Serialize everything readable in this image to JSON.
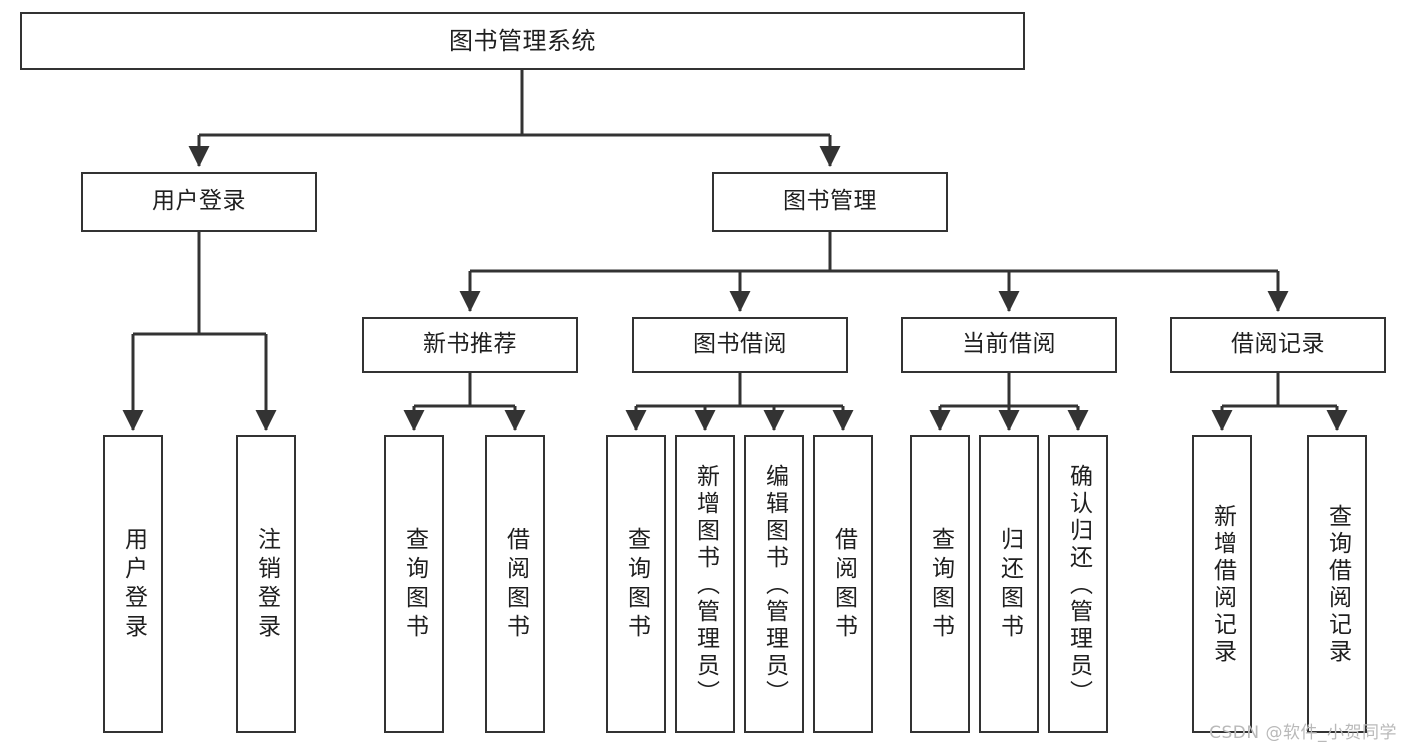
{
  "diagram": {
    "kind": "功能结构图",
    "root": {
      "id": "root",
      "label": "图书管理系统"
    },
    "level1": [
      {
        "id": "login",
        "label": "用户登录"
      },
      {
        "id": "bookmgmt",
        "label": "图书管理"
      }
    ],
    "level2": [
      {
        "id": "newbook",
        "label": "新书推荐",
        "parent": "bookmgmt"
      },
      {
        "id": "borrow",
        "label": "图书借阅",
        "parent": "bookmgmt"
      },
      {
        "id": "current",
        "label": "当前借阅",
        "parent": "bookmgmt"
      },
      {
        "id": "records",
        "label": "借阅记录",
        "parent": "bookmgmt"
      }
    ],
    "leaves": [
      {
        "id": "l1",
        "label": "用户登录",
        "parent": "login"
      },
      {
        "id": "l2",
        "label": "注销登录",
        "parent": "login"
      },
      {
        "id": "l3",
        "label": "查询图书",
        "parent": "newbook"
      },
      {
        "id": "l4",
        "label": "借阅图书",
        "parent": "newbook"
      },
      {
        "id": "l5",
        "label": "查询图书",
        "parent": "borrow"
      },
      {
        "id": "l6",
        "label": "新增图书（管理员）",
        "parent": "borrow"
      },
      {
        "id": "l7",
        "label": "编辑图书（管理员）",
        "parent": "borrow"
      },
      {
        "id": "l8",
        "label": "借阅图书",
        "parent": "borrow"
      },
      {
        "id": "l9",
        "label": "查询图书",
        "parent": "current"
      },
      {
        "id": "l10",
        "label": "归还图书",
        "parent": "current"
      },
      {
        "id": "l11",
        "label": "确认归还（管理员）",
        "parent": "current"
      },
      {
        "id": "l12",
        "label": "新增借阅记录",
        "parent": "records"
      },
      {
        "id": "l13",
        "label": "查询借阅记录",
        "parent": "records"
      }
    ],
    "colors": {
      "stroke": "#333333",
      "fill": "#ffffff",
      "text": "#1f1f1f",
      "watermark": "#b9b9b9"
    }
  },
  "watermark": {
    "text": "CSDN @软件_小贺同学"
  }
}
